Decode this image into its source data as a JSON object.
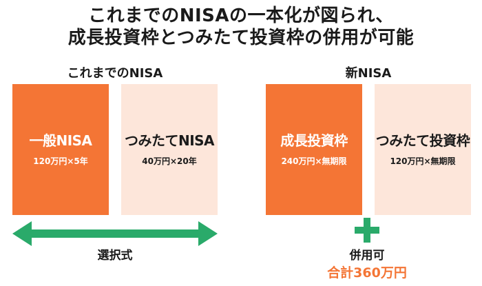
{
  "title": {
    "line1": "これまでのNISAの一本化が図られ、",
    "line2": "成長投資枠とつみたて投資枠の併用が可能"
  },
  "old": {
    "label": "これまでのNISA",
    "boxes": [
      {
        "name": "一般NISA",
        "sub": "120万円×5年"
      },
      {
        "name": "つみたてNISA",
        "sub": "40万円×20年"
      }
    ],
    "caption": "選択式"
  },
  "new": {
    "label": "新NISA",
    "boxes": [
      {
        "name": "成長投資枠",
        "sub": "240万円×無期限"
      },
      {
        "name": "つみたて投資枠",
        "sub": "120万円×無期限"
      }
    ],
    "caption": "併用可",
    "total": "合計360万円"
  },
  "colors": {
    "orange": "#f47535",
    "light_orange": "#fde6da",
    "green": "#2aaa6a"
  },
  "icons": {
    "arrow": "double-arrow-icon",
    "plus": "plus-icon"
  }
}
